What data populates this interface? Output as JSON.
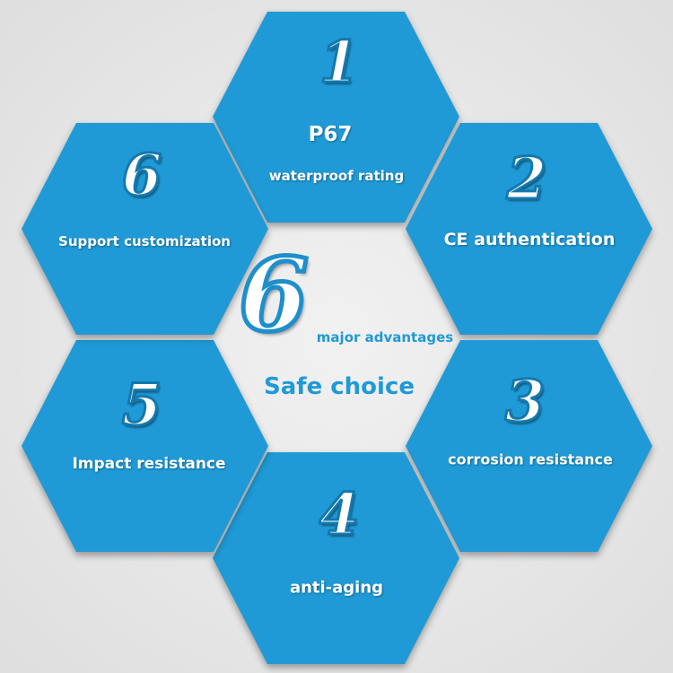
{
  "colors": {
    "hexagon_fill": "#1f9ad6",
    "accent_text": "#1f9ad6",
    "background": "#e8e8e8",
    "label_text": "#ffffff"
  },
  "center": {
    "number": "6",
    "subtitle": "major advantages",
    "headline": "Safe choice"
  },
  "advantages": [
    {
      "number": "1",
      "title": "P67",
      "label": "waterproof rating"
    },
    {
      "number": "2",
      "label": "CE authentication"
    },
    {
      "number": "3",
      "label": "corrosion resistance"
    },
    {
      "number": "4",
      "label": "anti-aging"
    },
    {
      "number": "5",
      "label": "Impact resistance"
    },
    {
      "number": "6",
      "label": "Support customization"
    }
  ]
}
